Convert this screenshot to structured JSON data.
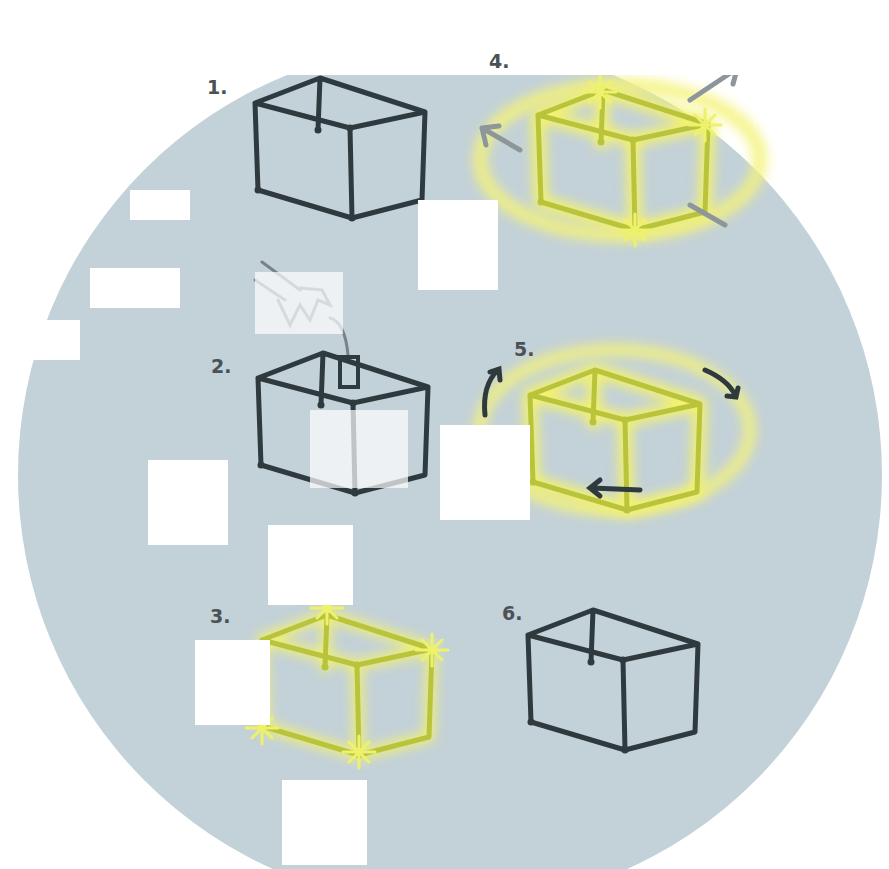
{
  "diagram": {
    "labels": [
      "1.",
      "4.",
      "2.",
      "5.",
      "3.",
      "6."
    ]
  }
}
